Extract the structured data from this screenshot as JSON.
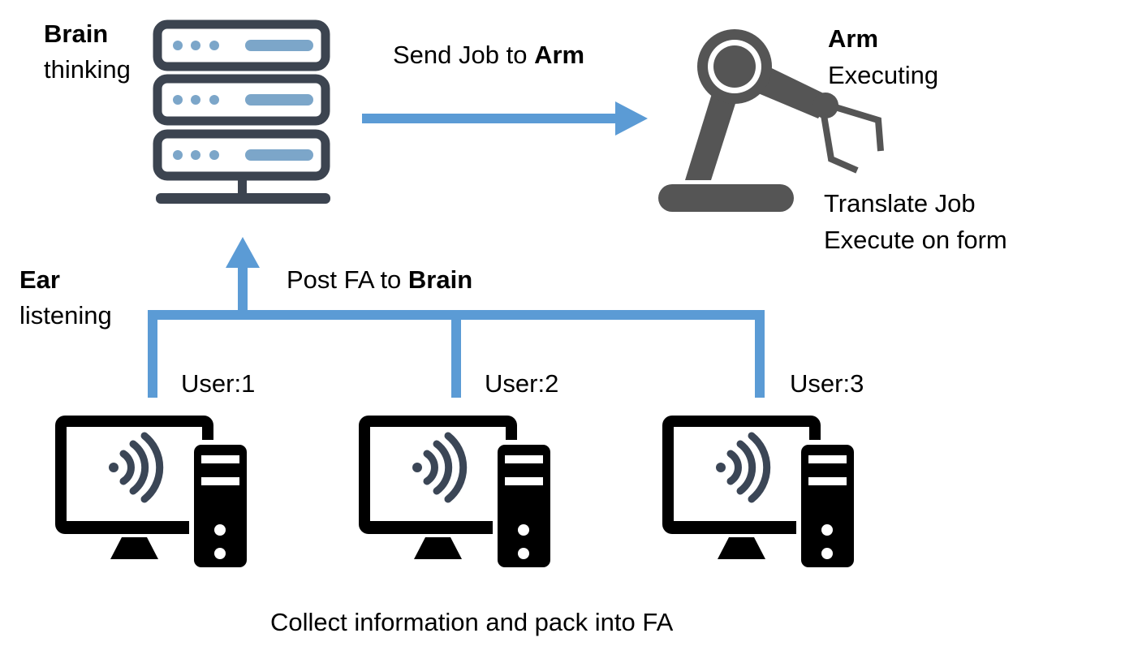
{
  "colors": {
    "connector": "#5b9bd5",
    "server": "#3c4450",
    "server_dots": "#7ca6c9",
    "arm": "#555555",
    "computer": "#000000",
    "signal": "#3b4656"
  },
  "icons": {
    "server": "server-icon",
    "arm": "robot-arm-icon",
    "computer": "computer-icon",
    "signal": "wireless-signal-icon"
  },
  "brain": {
    "title": "Brain",
    "subtitle": "thinking"
  },
  "arm": {
    "title": "Arm",
    "subtitle": "Executing",
    "action_line1": "Translate Job",
    "action_line2": "Execute on form"
  },
  "ear": {
    "title": "Ear",
    "subtitle": "listening"
  },
  "send_job": {
    "prefix": "Send Job to ",
    "target": "Arm"
  },
  "post_fa": {
    "prefix": "Post FA to ",
    "target": "Brain"
  },
  "users": [
    {
      "label": "User:1"
    },
    {
      "label": "User:2"
    },
    {
      "label": "User:3"
    }
  ],
  "footer": "Collect information and pack into FA"
}
